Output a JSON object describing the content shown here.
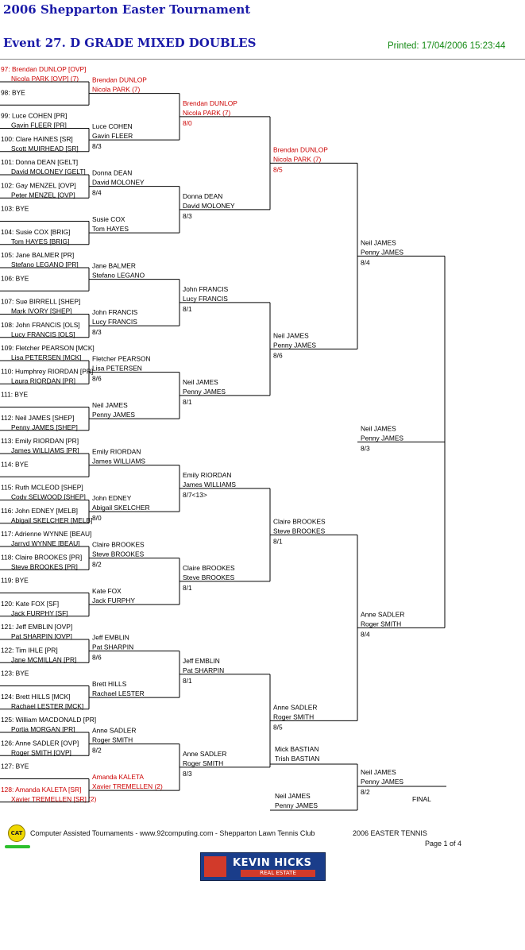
{
  "header": {
    "tournament_title": "2006 Shepparton Easter Tournament",
    "event_title": "Event 27. D GRADE MIXED DOUBLES",
    "printed": "Printed: 17/04/2006 15:23:44"
  },
  "colors": {
    "title": "#1a1aa8",
    "printed": "#148a14",
    "seed": "#cc0000",
    "text": "#000000"
  },
  "round1": [
    {
      "label": "97: Brendan DUNLOP [OVP]",
      "partner": "Nicola PARK [OVP] (7)",
      "seed": true
    },
    {
      "label": "98: BYE",
      "partner": ""
    },
    {
      "label": "99: Luce COHEN [PR]",
      "partner": "Gavin FLEER [PR]"
    },
    {
      "label": "100: Clare HAINES [SR]",
      "partner": "Scott MUIRHEAD [SR]"
    },
    {
      "label": "101: Donna DEAN [GELT]",
      "partner": "David MOLONEY [GELT]"
    },
    {
      "label": "102: Gay MENZEL [OVP]",
      "partner": "Peter MENZEL [OVP]"
    },
    {
      "label": "103: BYE",
      "partner": ""
    },
    {
      "label": "104: Susie COX [BRIG]",
      "partner": "Tom HAYES [BRIG]"
    },
    {
      "label": "105: Jane BALMER [PR]",
      "partner": "Stefano LEGANO [PR]"
    },
    {
      "label": "106: BYE",
      "partner": ""
    },
    {
      "label": "107: Sue BIRRELL [SHEP]",
      "partner": "Mark IVORY [SHEP]"
    },
    {
      "label": "108: John FRANCIS [OLS]",
      "partner": "Lucy FRANCIS [OLS]"
    },
    {
      "label": "109: Fletcher PEARSON [MCK]",
      "partner": "Lisa PETERSEN [MCK]"
    },
    {
      "label": "110: Humphrey RIORDAN [PR]",
      "partner": "Laura RIORDAN [PR]"
    },
    {
      "label": "111: BYE",
      "partner": ""
    },
    {
      "label": "112: Neil JAMES [SHEP]",
      "partner": "Penny JAMES [SHEP]"
    },
    {
      "label": "113: Emily RIORDAN [PR]",
      "partner": "James WILLIAMS [PR]"
    },
    {
      "label": "114: BYE",
      "partner": ""
    },
    {
      "label": "115: Ruth MCLEOD [SHEP]",
      "partner": "Cody SELWOOD [SHEP]"
    },
    {
      "label": "116: John EDNEY [MELB]",
      "partner": "Abigail SKELCHER [MELB]"
    },
    {
      "label": "117: Adrienne WYNNE [BEAU]",
      "partner": "Jarryd WYNNE [BEAU]"
    },
    {
      "label": "118: Claire BROOKES [PR]",
      "partner": "Steve BROOKES [PR]"
    },
    {
      "label": "119: BYE",
      "partner": ""
    },
    {
      "label": "120: Kate FOX [SF]",
      "partner": "Jack FURPHY [SF]"
    },
    {
      "label": "121: Jeff EMBLIN [OVP]",
      "partner": "Pat SHARPIN [OVP]"
    },
    {
      "label": "122: Tim IHLE [PR]",
      "partner": "Jane MCMILLAN [PR]"
    },
    {
      "label": "123: BYE",
      "partner": ""
    },
    {
      "label": "124: Brett HILLS [MCK]",
      "partner": "Rachael LESTER [MCK]"
    },
    {
      "label": "125: William MACDONALD [PR]",
      "partner": "Portia MORGAN [PR]"
    },
    {
      "label": "126: Anne SADLER [OVP]",
      "partner": "Roger SMITH [OVP]"
    },
    {
      "label": "127: BYE",
      "partner": ""
    },
    {
      "label": "128: Amanda KALETA [SR]",
      "partner": "Xavier TREMELLEN [SR] (2)",
      "seed": true
    }
  ],
  "round2": [
    {
      "p1": "Brendan DUNLOP",
      "p2": "Nicola PARK (7)",
      "score": "",
      "seed": true
    },
    {
      "p1": "Luce COHEN",
      "p2": "Gavin FLEER",
      "score": "8/3"
    },
    {
      "p1": "Donna DEAN",
      "p2": "David MOLONEY",
      "score": "8/4"
    },
    {
      "p1": "Susie COX",
      "p2": "Tom HAYES",
      "score": ""
    },
    {
      "p1": "Jane BALMER",
      "p2": "Stefano LEGANO",
      "score": ""
    },
    {
      "p1": "John FRANCIS",
      "p2": "Lucy FRANCIS",
      "score": "8/3"
    },
    {
      "p1": "Fletcher PEARSON",
      "p2": "Lisa PETERSEN",
      "score": "8/6"
    },
    {
      "p1": "Neil JAMES",
      "p2": "Penny JAMES",
      "score": ""
    },
    {
      "p1": "Emily RIORDAN",
      "p2": "James WILLIAMS",
      "score": ""
    },
    {
      "p1": "John EDNEY",
      "p2": "Abigail SKELCHER",
      "score": "8/0"
    },
    {
      "p1": "Claire BROOKES",
      "p2": "Steve BROOKES",
      "score": "8/2"
    },
    {
      "p1": "Kate FOX",
      "p2": "Jack FURPHY",
      "score": ""
    },
    {
      "p1": "Jeff EMBLIN",
      "p2": "Pat SHARPIN",
      "score": "8/6"
    },
    {
      "p1": "Brett HILLS",
      "p2": "Rachael LESTER",
      "score": ""
    },
    {
      "p1": "Anne SADLER",
      "p2": "Roger SMITH",
      "score": "8/2"
    },
    {
      "p1": "Amanda KALETA",
      "p2": "Xavier TREMELLEN (2)",
      "score": "",
      "seed": true
    }
  ],
  "round3": [
    {
      "p1": "Brendan DUNLOP",
      "p2": "Nicola PARK (7)",
      "score": "8/0",
      "seed": true
    },
    {
      "p1": "Donna DEAN",
      "p2": "David MOLONEY",
      "score": "8/3"
    },
    {
      "p1": "John FRANCIS",
      "p2": "Lucy FRANCIS",
      "score": "8/1"
    },
    {
      "p1": "Neil JAMES",
      "p2": "Penny JAMES",
      "score": "8/1"
    },
    {
      "p1": "Emily RIORDAN",
      "p2": "James WILLIAMS",
      "score": "8/7<13>"
    },
    {
      "p1": "Claire BROOKES",
      "p2": "Steve BROOKES",
      "score": "8/1"
    },
    {
      "p1": "Jeff EMBLIN",
      "p2": "Pat SHARPIN",
      "score": "8/1"
    },
    {
      "p1": "Anne SADLER",
      "p2": "Roger SMITH",
      "score": "8/3"
    }
  ],
  "round4": [
    {
      "p1": "Brendan DUNLOP",
      "p2": "Nicola PARK (7)",
      "score": "8/5",
      "seed": true
    },
    {
      "p1": "Neil JAMES",
      "p2": "Penny JAMES",
      "score": "8/6"
    },
    {
      "p1": "Claire BROOKES",
      "p2": "Steve BROOKES",
      "score": "8/1"
    },
    {
      "p1": "Anne SADLER",
      "p2": "Roger SMITH",
      "score": "8/5"
    }
  ],
  "round5": [
    {
      "p1": "Neil JAMES",
      "p2": "Penny JAMES",
      "score": "8/4"
    },
    {
      "p1": "Anne SADLER",
      "p2": "Roger SMITH",
      "score": "8/4"
    }
  ],
  "round6": [
    {
      "p1": "Neil JAMES",
      "p2": "Penny JAMES",
      "score": "8/3"
    }
  ],
  "final_section": {
    "top": {
      "p1": "Mick BASTIAN",
      "p2": "Trish BASTIAN"
    },
    "bottom": {
      "p1": "Neil JAMES",
      "p2": "Penny JAMES"
    },
    "winner": {
      "p1": "Neil JAMES",
      "p2": "Penny JAMES",
      "score": "8/2"
    },
    "label": "FINAL"
  },
  "footer": {
    "cat_badge": "CAT",
    "credit": "Computer Assisted Tournaments - www.92computing.com -  Shepparton Lawn Tennis Club",
    "event": "2006 EASTER TENNIS",
    "page": "Page 1 of 4",
    "logo_name": "KEVIN HICKS",
    "logo_sub": "REAL ESTATE",
    "logo_icon": "house-icon"
  }
}
